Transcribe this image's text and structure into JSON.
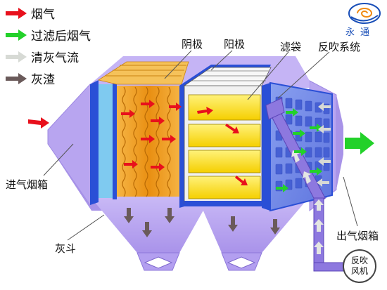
{
  "legend": [
    {
      "label": "烟气",
      "color": "#e8101c"
    },
    {
      "label": "过滤后烟气",
      "color": "#23d12a"
    },
    {
      "label": "清灰气流",
      "color": "#d7dad5"
    },
    {
      "label": "灰渣",
      "color": "#6a5a5a"
    }
  ],
  "labels": {
    "cathode": "阴极",
    "anode": "阳极",
    "filter_bag": "滤袋",
    "reverse_blow_system": "反吹系统",
    "inlet_box": "进气烟箱",
    "ash_hopper": "灰斗",
    "outlet_box": "出气烟箱"
  },
  "fan": {
    "line1": "反吹",
    "line2": "风机"
  },
  "logo": {
    "brand": "永通"
  },
  "colors": {
    "housing": "#b9a6f1",
    "housing_dark": "#9e88e6",
    "frame_blue": "#2a4fd6",
    "electrode_orange": "#f2a11f",
    "bag_yellow": "#ffe11a",
    "panel_blue": "#6f86e6",
    "panel_light": "#8fa6f2"
  }
}
